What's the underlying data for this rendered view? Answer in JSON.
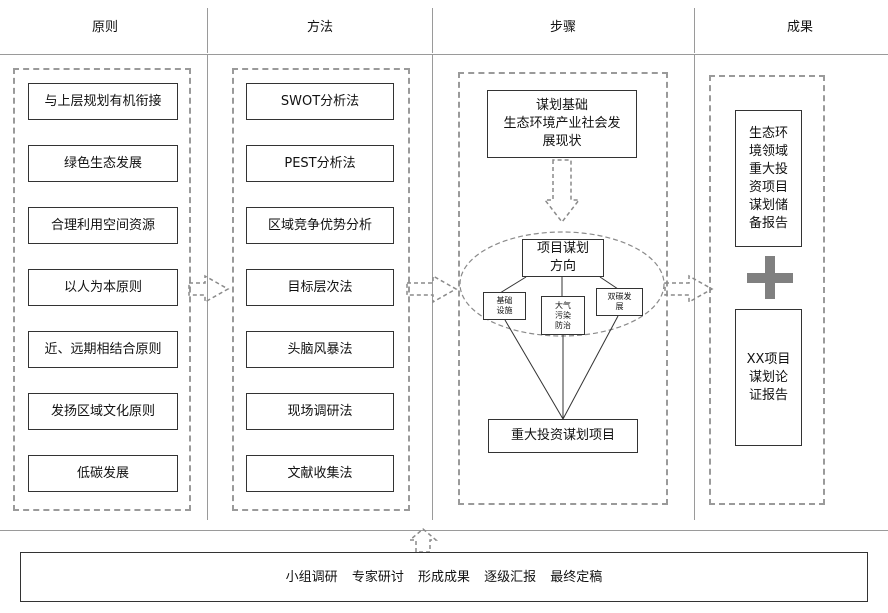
{
  "headers": [
    "原则",
    "方法",
    "步骤",
    "成果"
  ],
  "principles": [
    "与上层规划有机衔接",
    "绿色生态发展",
    "合理利用空间资源",
    "以人为本原则",
    "近、远期相结合原则",
    "发扬区域文化原则",
    "低碳发展"
  ],
  "methods": [
    "SWOT分析法",
    "PEST分析法",
    "区域竞争优势分析",
    "目标层次法",
    "头脑风暴法",
    "现场调研法",
    "文献收集法"
  ],
  "steps": {
    "basis": "谋划基础\n生态环境产业社会发\n展现状",
    "direction": "项目谋划\n方向",
    "sub_items": [
      "基础\n设施",
      "大气\n污染\n防治",
      "双碳发\n展"
    ],
    "result": "重大投资谋划项目"
  },
  "outcomes": {
    "report1": "生态环\n境领域\n重大投\n资项目\n谋划储\n备报告",
    "report2": "XX项目\n谋划论\n证报告"
  },
  "process": [
    "小组调研",
    "专家研讨",
    "形成成果",
    "逐级汇报",
    "最终定稿"
  ]
}
